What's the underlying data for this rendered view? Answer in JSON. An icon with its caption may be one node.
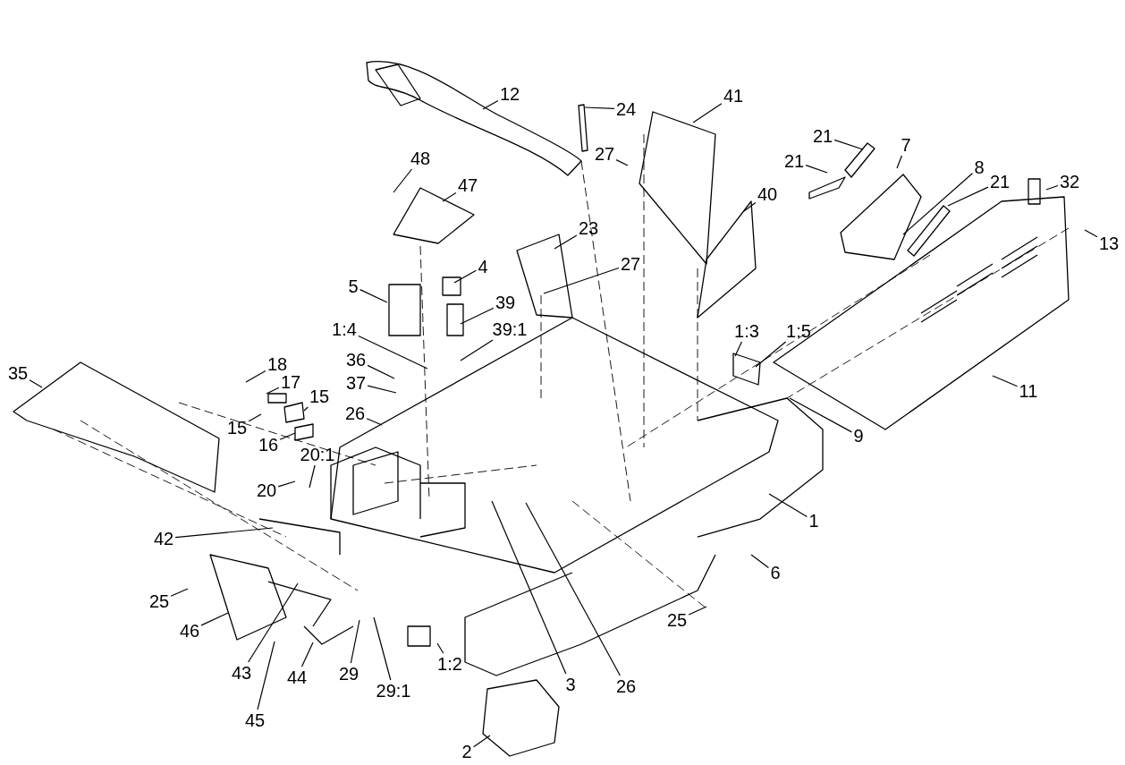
{
  "diagram": {
    "nodes": [
      {
        "text": [
          "12"
        ]
      },
      {
        "text": [
          "24"
        ]
      },
      {
        "text": [
          "41"
        ]
      },
      {
        "text": [
          "27"
        ]
      },
      {
        "text": [
          "21"
        ]
      },
      {
        "text": [
          "21"
        ]
      },
      {
        "text": [
          "7"
        ]
      },
      {
        "text": [
          "8"
        ]
      },
      {
        "text": [
          "21"
        ]
      },
      {
        "text": [
          "32"
        ]
      },
      {
        "text": [
          "48"
        ]
      },
      {
        "text": [
          "47"
        ]
      },
      {
        "text": [
          "40"
        ]
      },
      {
        "text": [
          "13"
        ]
      },
      {
        "text": [
          "23"
        ]
      },
      {
        "text": [
          "27"
        ]
      },
      {
        "text": [
          "4"
        ]
      },
      {
        "text": [
          "5"
        ]
      },
      {
        "text": [
          "39"
        ]
      },
      {
        "text": [
          "1:4"
        ]
      },
      {
        "text": [
          "39:1"
        ]
      },
      {
        "text": [
          "1:3"
        ]
      },
      {
        "text": [
          "1:5"
        ]
      },
      {
        "text": [
          "35"
        ]
      },
      {
        "text": [
          "18"
        ]
      },
      {
        "text": [
          "17"
        ]
      },
      {
        "text": [
          "36"
        ]
      },
      {
        "text": [
          "15"
        ]
      },
      {
        "text": [
          "37"
        ]
      },
      {
        "text": [
          "15"
        ]
      },
      {
        "text": [
          "26"
        ]
      },
      {
        "text": [
          "11"
        ]
      },
      {
        "text": [
          "16"
        ]
      },
      {
        "text": [
          "9"
        ]
      },
      {
        "text": [
          "20:1"
        ]
      },
      {
        "text": [
          "20"
        ]
      },
      {
        "text": [
          "1"
        ]
      },
      {
        "text": [
          "42"
        ]
      },
      {
        "text": [
          "6"
        ]
      },
      {
        "text": [
          "25"
        ]
      },
      {
        "text": [
          "25"
        ]
      },
      {
        "text": [
          "46"
        ]
      },
      {
        "text": [
          "43"
        ]
      },
      {
        "text": [
          "44"
        ]
      },
      {
        "text": [
          "29"
        ]
      },
      {
        "text": [
          "1:2"
        ]
      },
      {
        "text": [
          "3"
        ]
      },
      {
        "text": [
          "26"
        ]
      },
      {
        "text": [
          "29:1"
        ]
      },
      {
        "text": [
          "45"
        ]
      },
      {
        "text": [
          "2"
        ]
      }
    ],
    "edges": [
      {
        "from": 0,
        "to": null,
        "arrow": "none"
      },
      {
        "from": 1,
        "to": null,
        "arrow": "none"
      },
      {
        "from": 2,
        "to": null,
        "arrow": "none"
      },
      {
        "from": 3,
        "to": null,
        "arrow": "none"
      },
      {
        "from": 4,
        "to": null,
        "arrow": "none"
      },
      {
        "from": 5,
        "to": null,
        "arrow": "none"
      },
      {
        "from": 6,
        "to": null,
        "arrow": "none"
      },
      {
        "from": 7,
        "to": null,
        "arrow": "none"
      },
      {
        "from": 8,
        "to": null,
        "arrow": "none"
      },
      {
        "from": 9,
        "to": null,
        "arrow": "none"
      },
      {
        "from": 10,
        "to": null,
        "arrow": "none"
      },
      {
        "from": 11,
        "to": null,
        "arrow": "none"
      },
      {
        "from": 12,
        "to": null,
        "arrow": "none"
      },
      {
        "from": 13,
        "to": null,
        "arrow": "none"
      },
      {
        "from": 14,
        "to": null,
        "arrow": "none"
      },
      {
        "from": 15,
        "to": null,
        "arrow": "none"
      },
      {
        "from": 16,
        "to": null,
        "arrow": "none"
      },
      {
        "from": 17,
        "to": null,
        "arrow": "none"
      },
      {
        "from": 18,
        "to": null,
        "arrow": "none"
      },
      {
        "from": 19,
        "to": null,
        "arrow": "none"
      },
      {
        "from": 20,
        "to": null,
        "arrow": "none"
      },
      {
        "from": 21,
        "to": null,
        "arrow": "none"
      },
      {
        "from": 22,
        "to": null,
        "arrow": "none"
      },
      {
        "from": 23,
        "to": null,
        "arrow": "none"
      },
      {
        "from": 24,
        "to": null,
        "arrow": "none"
      },
      {
        "from": 25,
        "to": null,
        "arrow": "none"
      },
      {
        "from": 26,
        "to": null,
        "arrow": "none"
      },
      {
        "from": 27,
        "to": null,
        "arrow": "none"
      },
      {
        "from": 28,
        "to": null,
        "arrow": "none"
      },
      {
        "from": 29,
        "to": null,
        "arrow": "none"
      },
      {
        "from": 30,
        "to": null,
        "arrow": "none"
      },
      {
        "from": 31,
        "to": null,
        "arrow": "none"
      },
      {
        "from": 32,
        "to": null,
        "arrow": "none"
      },
      {
        "from": 33,
        "to": null,
        "arrow": "none"
      },
      {
        "from": 34,
        "to": null,
        "arrow": "none"
      },
      {
        "from": 35,
        "to": null,
        "arrow": "none"
      },
      {
        "from": 36,
        "to": null,
        "arrow": "none"
      },
      {
        "from": 37,
        "to": null,
        "arrow": "none"
      },
      {
        "from": 38,
        "to": null,
        "arrow": "none"
      },
      {
        "from": 39,
        "to": null,
        "arrow": "none"
      },
      {
        "from": 40,
        "to": null,
        "arrow": "none"
      },
      {
        "from": 41,
        "to": null,
        "arrow": "none"
      },
      {
        "from": 42,
        "to": null,
        "arrow": "none"
      },
      {
        "from": 43,
        "to": null,
        "arrow": "none"
      },
      {
        "from": 44,
        "to": null,
        "arrow": "none"
      },
      {
        "from": 45,
        "to": null,
        "arrow": "none"
      },
      {
        "from": 46,
        "to": null,
        "arrow": "none"
      },
      {
        "from": 47,
        "to": null,
        "arrow": "none"
      },
      {
        "from": 48,
        "to": null,
        "arrow": "none"
      },
      {
        "from": 49,
        "to": null,
        "arrow": "none"
      },
      {
        "from": 50,
        "to": null,
        "arrow": "none"
      }
    ]
  }
}
